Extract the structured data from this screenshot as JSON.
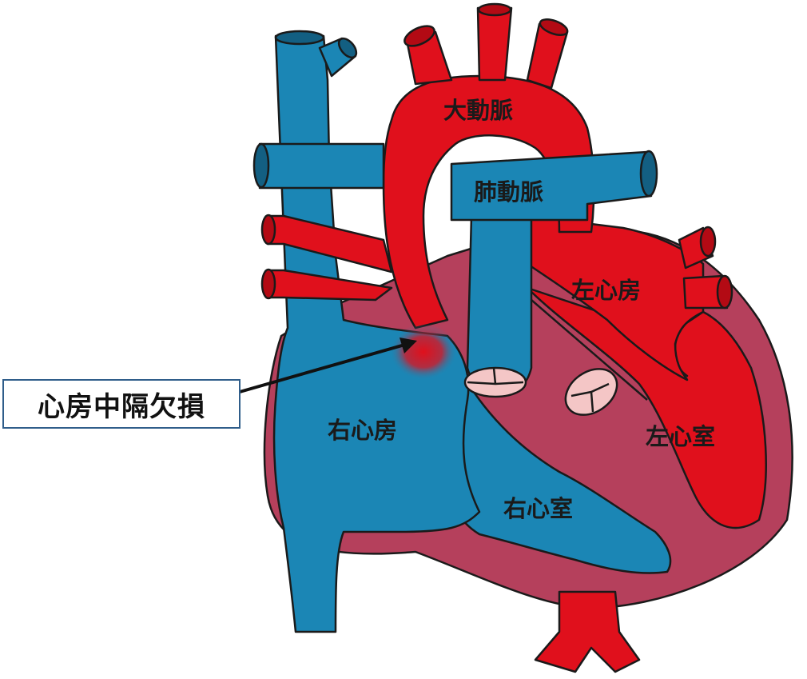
{
  "labels": {
    "aorta": "大動脈",
    "pulmonary_artery": "肺動脈",
    "left_atrium": "左心房",
    "right_atrium": "右心房",
    "left_ventricle": "左心室",
    "right_ventricle": "右心室",
    "callout": "心房中隔欠損"
  },
  "colors": {
    "oxygenated": "#e0101c",
    "deoxygenated": "#1b86b5",
    "myocardium": "#b5405c",
    "valve": "#f4c6c6",
    "outline": "#1a1a1a",
    "callout_border": "#2f5d8a"
  }
}
